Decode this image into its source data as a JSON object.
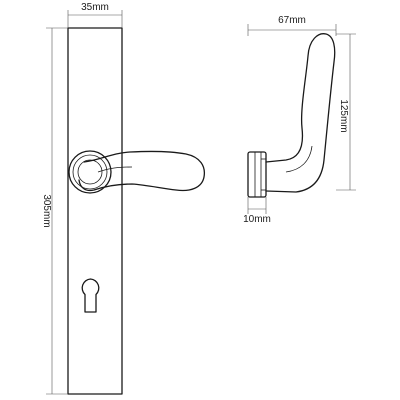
{
  "dimensions": {
    "plate_width": "35mm",
    "plate_height": "305mm",
    "lever_projection": "67mm",
    "lever_height": "125mm",
    "rose_depth": "10mm"
  },
  "colors": {
    "line": "#1a1a1a",
    "background": "#ffffff"
  }
}
